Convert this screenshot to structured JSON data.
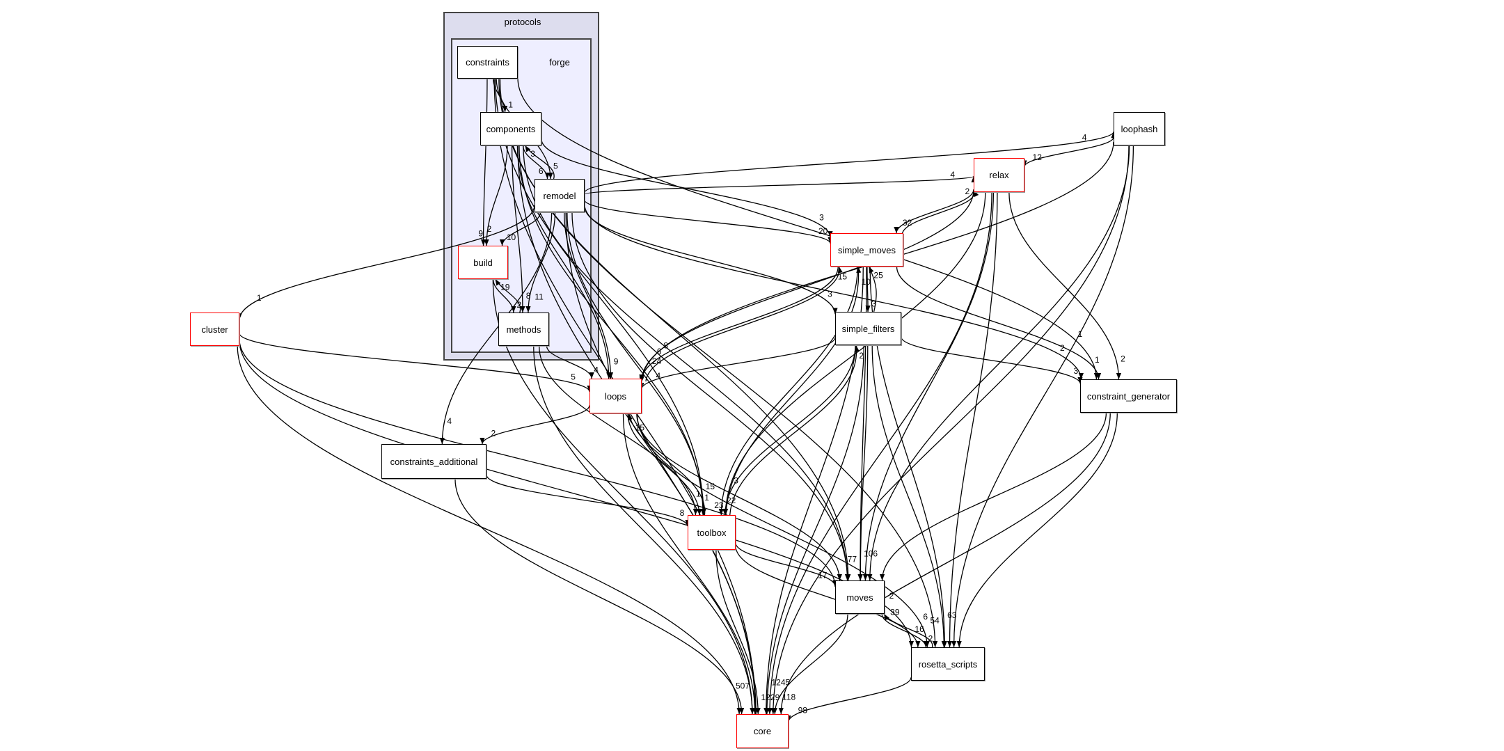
{
  "clusters": {
    "protocols": {
      "label": "protocols",
      "fill": "#ddddee"
    },
    "forge": {
      "label": "forge",
      "fill": "#eeeeff"
    }
  },
  "colors": {
    "normal_border": "#000000",
    "truncated_border": "#ff0000",
    "edge": "#000000"
  },
  "nodes": [
    {
      "id": "constraints",
      "label": "constraints",
      "red": false
    },
    {
      "id": "components",
      "label": "components",
      "red": false
    },
    {
      "id": "remodel",
      "label": "remodel",
      "red": false
    },
    {
      "id": "build",
      "label": "build",
      "red": true
    },
    {
      "id": "methods",
      "label": "methods",
      "red": false
    },
    {
      "id": "cluster",
      "label": "cluster",
      "red": true
    },
    {
      "id": "loophash",
      "label": "loophash",
      "red": false
    },
    {
      "id": "relax",
      "label": "relax",
      "red": true
    },
    {
      "id": "simple_moves",
      "label": "simple_moves",
      "red": true
    },
    {
      "id": "simple_filters",
      "label": "simple_filters",
      "red": false
    },
    {
      "id": "constraint_generator",
      "label": "constraint_generator",
      "red": false
    },
    {
      "id": "loops",
      "label": "loops",
      "red": true
    },
    {
      "id": "constraints_additional",
      "label": "constraints_additional",
      "red": false
    },
    {
      "id": "toolbox",
      "label": "toolbox",
      "red": true
    },
    {
      "id": "moves",
      "label": "moves",
      "red": false
    },
    {
      "id": "rosetta_scripts",
      "label": "rosetta_scripts",
      "red": false
    },
    {
      "id": "core",
      "label": "core",
      "red": true
    }
  ],
  "edges": [
    {
      "from": "constraints",
      "to": "components",
      "label": "1"
    },
    {
      "from": "constraints",
      "to": "remodel",
      "label": "5"
    },
    {
      "from": "constraints",
      "to": "build",
      "label": "2"
    },
    {
      "from": "constraints",
      "to": "constraint_generator",
      "label": "1"
    },
    {
      "from": "constraints",
      "to": "moves",
      "label": ""
    },
    {
      "from": "constraints",
      "to": "rosetta_scripts",
      "label": ""
    },
    {
      "from": "constraints",
      "to": "toolbox",
      "label": ""
    },
    {
      "from": "constraints",
      "to": "core",
      "label": ""
    },
    {
      "from": "components",
      "to": "remodel",
      "label": "6"
    },
    {
      "from": "remodel",
      "to": "components",
      "label": "3"
    },
    {
      "from": "components",
      "to": "build",
      "label": "9"
    },
    {
      "from": "components",
      "to": "methods",
      "label": "8"
    },
    {
      "from": "components",
      "to": "simple_moves",
      "label": "3"
    },
    {
      "from": "components",
      "to": "loops",
      "label": ""
    },
    {
      "from": "components",
      "to": "toolbox",
      "label": ""
    },
    {
      "from": "components",
      "to": "moves",
      "label": ""
    },
    {
      "from": "components",
      "to": "core",
      "label": ""
    },
    {
      "from": "remodel",
      "to": "build",
      "label": "10"
    },
    {
      "from": "remodel",
      "to": "methods",
      "label": "11"
    },
    {
      "from": "remodel",
      "to": "cluster",
      "label": "1"
    },
    {
      "from": "remodel",
      "to": "loops",
      "label": "9"
    },
    {
      "from": "remodel",
      "to": "loophash",
      "label": "4"
    },
    {
      "from": "remodel",
      "to": "relax",
      "label": "4"
    },
    {
      "from": "remodel",
      "to": "simple_moves",
      "label": "20"
    },
    {
      "from": "remodel",
      "to": "simple_filters",
      "label": "3"
    },
    {
      "from": "remodel",
      "to": "constraint_generator",
      "label": "2"
    },
    {
      "from": "remodel",
      "to": "constraints_additional",
      "label": "4"
    },
    {
      "from": "remodel",
      "to": "toolbox",
      "label": "15"
    },
    {
      "from": "remodel",
      "to": "moves",
      "label": ""
    },
    {
      "from": "remodel",
      "to": "core",
      "label": ""
    },
    {
      "from": "build",
      "to": "methods",
      "label": "2"
    },
    {
      "from": "methods",
      "to": "build",
      "label": "19"
    },
    {
      "from": "build",
      "to": "core",
      "label": ""
    },
    {
      "from": "methods",
      "to": "loops",
      "label": "4"
    },
    {
      "from": "methods",
      "to": "toolbox",
      "label": "1"
    },
    {
      "from": "methods",
      "to": "core",
      "label": ""
    },
    {
      "from": "cluster",
      "to": "loops",
      "label": "5"
    },
    {
      "from": "cluster",
      "to": "moves",
      "label": ""
    },
    {
      "from": "cluster",
      "to": "rosetta_scripts",
      "label": "2"
    },
    {
      "from": "cluster",
      "to": "core",
      "label": ""
    },
    {
      "from": "loophash",
      "to": "relax",
      "label": "12"
    },
    {
      "from": "loophash",
      "to": "loops",
      "label": "8"
    },
    {
      "from": "loophash",
      "to": "moves",
      "label": ""
    },
    {
      "from": "loophash",
      "to": "rosetta_scripts",
      "label": ""
    },
    {
      "from": "loophash",
      "to": "core",
      "label": ""
    },
    {
      "from": "relax",
      "to": "simple_moves",
      "label": "32"
    },
    {
      "from": "simple_moves",
      "to": "relax",
      "label": "2"
    },
    {
      "from": "relax",
      "to": "loops",
      "label": "6"
    },
    {
      "from": "relax",
      "to": "constraint_generator",
      "label": "2"
    },
    {
      "from": "relax",
      "to": "toolbox",
      "label": "3"
    },
    {
      "from": "relax",
      "to": "moves",
      "label": ""
    },
    {
      "from": "relax",
      "to": "rosetta_scripts",
      "label": ""
    },
    {
      "from": "relax",
      "to": "core",
      "label": ""
    },
    {
      "from": "simple_moves",
      "to": "loops",
      "label": "24"
    },
    {
      "from": "loops",
      "to": "simple_moves",
      "label": "15"
    },
    {
      "from": "simple_moves",
      "to": "simple_filters",
      "label": "3"
    },
    {
      "from": "simple_filters",
      "to": "simple_moves",
      "label": "25"
    },
    {
      "from": "simple_moves",
      "to": "toolbox",
      "label": "22"
    },
    {
      "from": "toolbox",
      "to": "simple_moves",
      "label": "10"
    },
    {
      "from": "simple_moves",
      "to": "constraint_generator",
      "label": "1"
    },
    {
      "from": "simple_moves",
      "to": "moves",
      "label": "106"
    },
    {
      "from": "simple_moves",
      "to": "rosetta_scripts",
      "label": "63"
    },
    {
      "from": "simple_moves",
      "to": "core",
      "label": ""
    },
    {
      "from": "simple_filters",
      "to": "loops",
      "label": "4"
    },
    {
      "from": "simple_filters",
      "to": "toolbox",
      "label": "23"
    },
    {
      "from": "toolbox",
      "to": "simple_filters",
      "label": "2"
    },
    {
      "from": "simple_filters",
      "to": "constraint_generator",
      "label": "3"
    },
    {
      "from": "simple_filters",
      "to": "moves",
      "label": "77"
    },
    {
      "from": "simple_filters",
      "to": "rosetta_scripts",
      "label": "54"
    },
    {
      "from": "simple_filters",
      "to": "core",
      "label": "1245"
    },
    {
      "from": "loops",
      "to": "constraints_additional",
      "label": "2"
    },
    {
      "from": "loops",
      "to": "toolbox",
      "label": "1"
    },
    {
      "from": "toolbox",
      "to": "loops",
      "label": "15"
    },
    {
      "from": "loops",
      "to": "core",
      "label": "507"
    },
    {
      "from": "loops",
      "to": "moves",
      "label": ""
    },
    {
      "from": "loops",
      "to": "rosetta_scripts",
      "label": "6"
    },
    {
      "from": "constraints_additional",
      "to": "toolbox",
      "label": "8"
    },
    {
      "from": "constraints_additional",
      "to": "core",
      "label": ""
    },
    {
      "from": "toolbox",
      "to": "moves",
      "label": "17"
    },
    {
      "from": "toolbox",
      "to": "rosetta_scripts",
      "label": "16"
    },
    {
      "from": "toolbox",
      "to": "core",
      "label": "1229"
    },
    {
      "from": "constraint_generator",
      "to": "moves",
      "label": ""
    },
    {
      "from": "constraint_generator",
      "to": "rosetta_scripts",
      "label": ""
    },
    {
      "from": "constraint_generator",
      "to": "core",
      "label": ""
    },
    {
      "from": "moves",
      "to": "rosetta_scripts",
      "label": "2"
    },
    {
      "from": "rosetta_scripts",
      "to": "moves",
      "label": "39"
    },
    {
      "from": "moves",
      "to": "core",
      "label": "118"
    },
    {
      "from": "rosetta_scripts",
      "to": "core",
      "label": "98"
    }
  ]
}
